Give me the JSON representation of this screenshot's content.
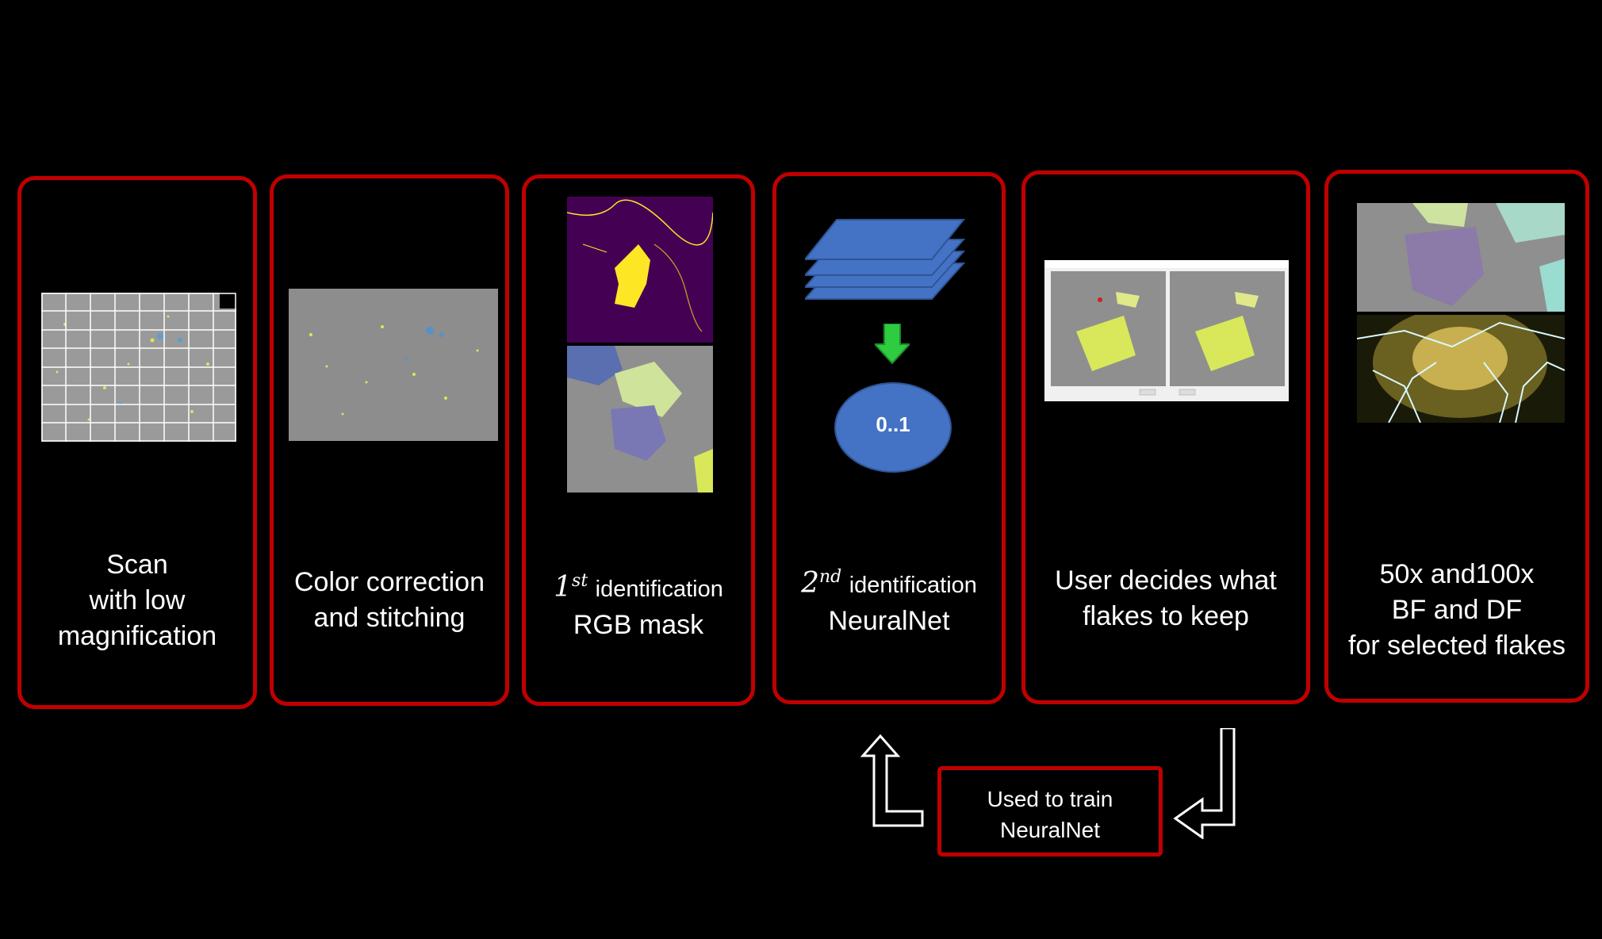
{
  "steps": [
    {
      "id": "scan",
      "lines": [
        "Scan",
        "with low",
        "magnification"
      ]
    },
    {
      "id": "color",
      "lines": [
        "Color correction",
        "and stitching"
      ]
    },
    {
      "id": "first",
      "ord": "1",
      "ord_sup": "st",
      "ident": "identification",
      "line2": "RGB mask"
    },
    {
      "id": "second",
      "ord": "2",
      "ord_sup": "nd",
      "ident": "identification",
      "line2": "NeuralNet",
      "node_label": "0..1"
    },
    {
      "id": "user",
      "lines": [
        "User decides what",
        "flakes to keep"
      ]
    },
    {
      "id": "final",
      "lines": [
        "50x and100x",
        "BF and DF",
        "for selected flakes"
      ]
    }
  ],
  "feedback": {
    "lines": [
      "Used to train",
      "NeuralNet"
    ]
  },
  "colors": {
    "panel_border": "#c00000",
    "background": "#000000",
    "layer_fill": "#4472c4",
    "arrow_green": "#2ecc40"
  }
}
